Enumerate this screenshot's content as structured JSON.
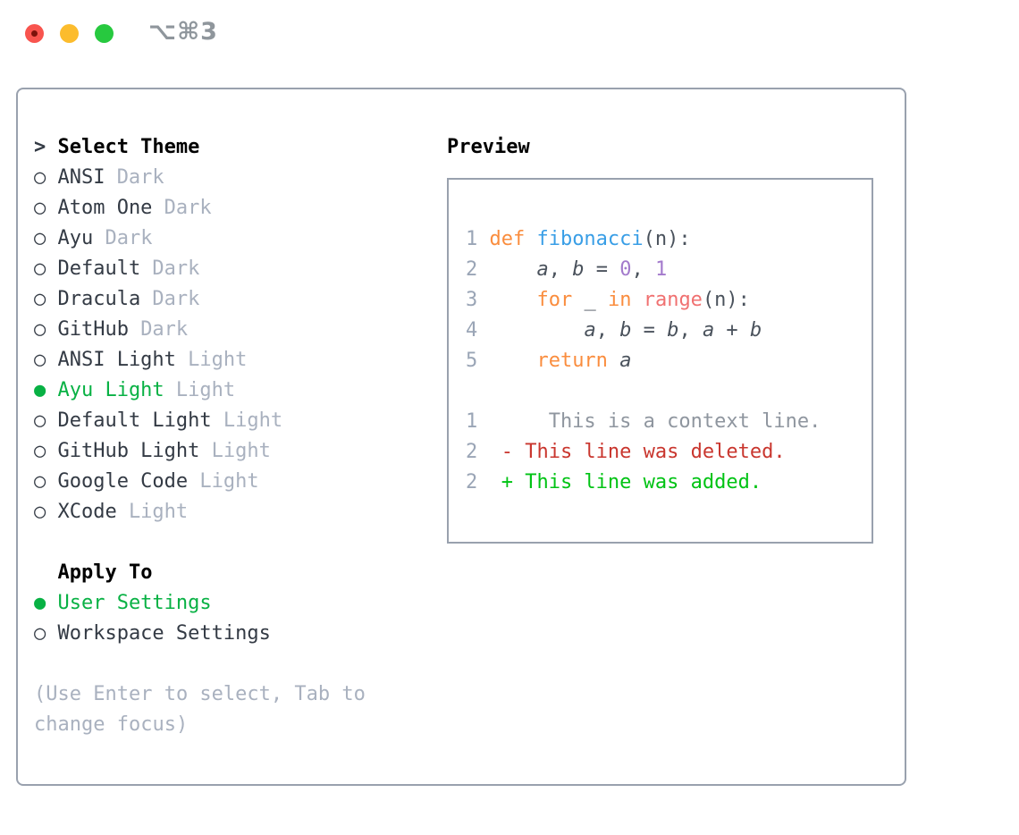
{
  "window": {
    "title": "⌥⌘3"
  },
  "colors": {
    "accent-green": "#08b144",
    "diff-added": "#00c314",
    "diff-deleted": "#c9362e",
    "diff-context": "#8f969f",
    "tok-keyword": "#fa8d3e",
    "tok-function": "#399ee6",
    "tok-number": "#a37acc",
    "tok-special": "#f07171",
    "code-fg": "#4a525c",
    "line-number": "#9aa5b6",
    "name-ink": "#333a44",
    "muted": "#a9b1bf",
    "heading-ink": "#000000",
    "panel-border": "#99a1ae",
    "titlebar-gray": "#8f969c",
    "traffic-red": "#f8544e",
    "traffic-yellow": "#fcbc2d",
    "traffic-green": "#27c93f"
  },
  "theme_picker": {
    "prompt": ">",
    "title": "Select Theme",
    "themes": [
      {
        "bullet": "○",
        "name": "ANSI",
        "variant": "Dark",
        "selected": false
      },
      {
        "bullet": "○",
        "name": "Atom One",
        "variant": "Dark",
        "selected": false
      },
      {
        "bullet": "○",
        "name": "Ayu",
        "variant": "Dark",
        "selected": false
      },
      {
        "bullet": "○",
        "name": "Default",
        "variant": "Dark",
        "selected": false
      },
      {
        "bullet": "○",
        "name": "Dracula",
        "variant": "Dark",
        "selected": false
      },
      {
        "bullet": "○",
        "name": "GitHub",
        "variant": "Dark",
        "selected": false
      },
      {
        "bullet": "○",
        "name": "ANSI Light",
        "variant": "Light",
        "selected": false
      },
      {
        "bullet": "●",
        "name": "Ayu Light",
        "variant": "Light",
        "selected": true
      },
      {
        "bullet": "○",
        "name": "Default Light",
        "variant": "Light",
        "selected": false
      },
      {
        "bullet": "○",
        "name": "GitHub Light",
        "variant": "Light",
        "selected": false
      },
      {
        "bullet": "○",
        "name": "Google Code",
        "variant": "Light",
        "selected": false
      },
      {
        "bullet": "○",
        "name": "XCode",
        "variant": "Light",
        "selected": false
      }
    ],
    "apply_to": {
      "title": "Apply To",
      "options": [
        {
          "bullet": "●",
          "label": "User Settings",
          "selected": true
        },
        {
          "bullet": "○",
          "label": "Workspace Settings",
          "selected": false
        }
      ]
    },
    "hint_line1": "(Use Enter to select, Tab to",
    "hint_line2": "change focus)"
  },
  "preview": {
    "title": "Preview",
    "code_lines": [
      {
        "num": "1",
        "segments": [
          {
            "t": "def ",
            "c": "keyword"
          },
          {
            "t": "fibonacci",
            "c": "function"
          },
          {
            "t": "(n):",
            "c": "fg"
          }
        ]
      },
      {
        "num": "2",
        "segments": [
          {
            "t": "    ",
            "c": "fg"
          },
          {
            "t": "a",
            "c": "var"
          },
          {
            "t": ", ",
            "c": "fg"
          },
          {
            "t": "b",
            "c": "var"
          },
          {
            "t": " = ",
            "c": "fg"
          },
          {
            "t": "0",
            "c": "number"
          },
          {
            "t": ", ",
            "c": "fg"
          },
          {
            "t": "1",
            "c": "number"
          }
        ]
      },
      {
        "num": "3",
        "segments": [
          {
            "t": "    ",
            "c": "fg"
          },
          {
            "t": "for",
            "c": "keyword"
          },
          {
            "t": " _ ",
            "c": "fg"
          },
          {
            "t": "in",
            "c": "keyword"
          },
          {
            "t": " ",
            "c": "fg"
          },
          {
            "t": "range",
            "c": "special"
          },
          {
            "t": "(n):",
            "c": "fg"
          }
        ]
      },
      {
        "num": "4",
        "segments": [
          {
            "t": "        ",
            "c": "fg"
          },
          {
            "t": "a",
            "c": "var"
          },
          {
            "t": ", ",
            "c": "fg"
          },
          {
            "t": "b",
            "c": "var"
          },
          {
            "t": " = ",
            "c": "fg"
          },
          {
            "t": "b",
            "c": "var"
          },
          {
            "t": ", ",
            "c": "fg"
          },
          {
            "t": "a",
            "c": "var"
          },
          {
            "t": " + ",
            "c": "fg"
          },
          {
            "t": "b",
            "c": "var"
          }
        ]
      },
      {
        "num": "5",
        "segments": [
          {
            "t": "    ",
            "c": "fg"
          },
          {
            "t": "return",
            "c": "keyword"
          },
          {
            "t": " ",
            "c": "fg"
          },
          {
            "t": "a",
            "c": "var"
          }
        ]
      },
      {
        "num": "",
        "segments": []
      },
      {
        "num": "1",
        "segments": [
          {
            "t": "     This is a context line.",
            "c": "context"
          }
        ]
      },
      {
        "num": "2",
        "segments": [
          {
            "t": " - This line was deleted.",
            "c": "deleted"
          }
        ]
      },
      {
        "num": "2",
        "segments": [
          {
            "t": " + This line was added.",
            "c": "added"
          }
        ]
      }
    ]
  }
}
